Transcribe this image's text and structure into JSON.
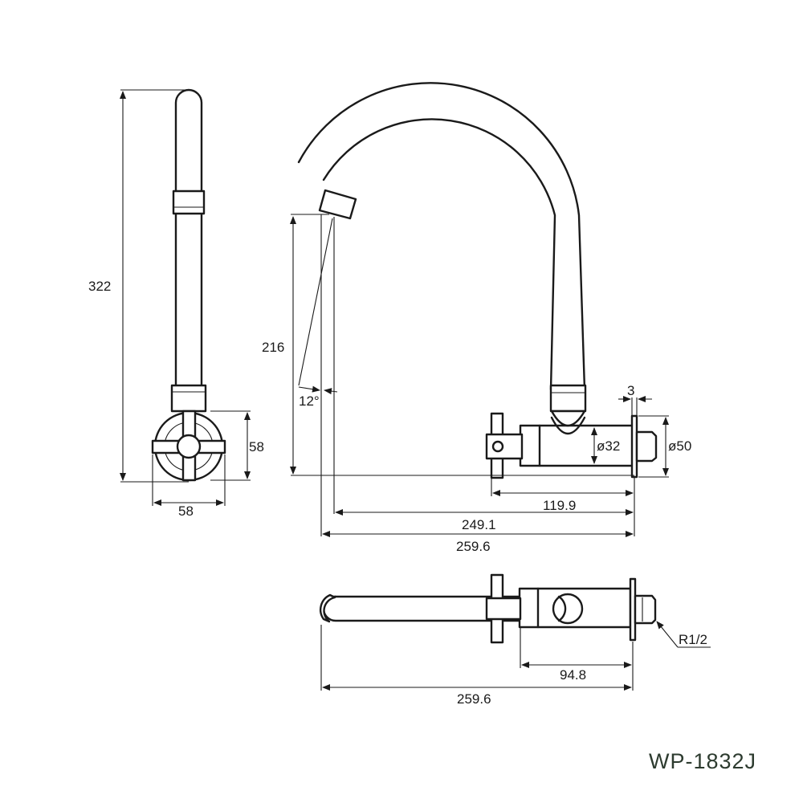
{
  "side_view": {
    "height_label": "322",
    "flange_height_label": "58",
    "flange_width_label": "58"
  },
  "front_view": {
    "spout_height_label": "216",
    "spout_angle_label": "12°",
    "body_diameter_label": "ø32",
    "flange_diameter_label": "ø50",
    "flange_thickness_label": "3",
    "handle_reach_label": "119.9",
    "outlet_reach_label": "249.1",
    "overall_reach_label": "259.6"
  },
  "top_view": {
    "handle_offset_label": "94.8",
    "overall_length_label": "259.6",
    "thread_label": "R1/2"
  },
  "model_number": "WP-1832J"
}
